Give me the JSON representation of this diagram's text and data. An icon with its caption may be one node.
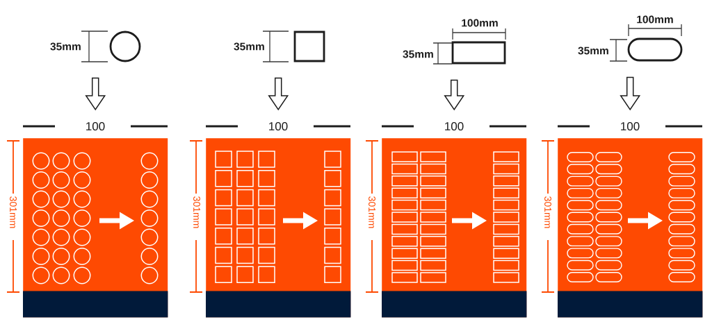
{
  "diagram": {
    "nodes": [
      {
        "text": [],
        "shape": "circle"
      },
      {
        "text": [],
        "shape": "square"
      },
      {
        "text": [],
        "shape": "rectangle"
      },
      {
        "text": [],
        "shape": "capsule"
      },
      {
        "text": [],
        "shape": "box"
      },
      {
        "text": [],
        "shape": "box"
      },
      {
        "text": [],
        "shape": "box"
      },
      {
        "text": [],
        "shape": "box"
      }
    ],
    "edges": [
      {
        "from": 0,
        "to": 4,
        "arrow": "to"
      },
      {
        "from": 1,
        "to": 5,
        "arrow": "to"
      },
      {
        "from": 2,
        "to": 6,
        "arrow": "to"
      },
      {
        "from": 3,
        "to": 7,
        "arrow": "to"
      }
    ],
    "labels": [
      "100mm",
      "100mm",
      "35mm",
      "35mm",
      "35mm",
      "35mm",
      "100",
      "100",
      "100",
      "100",
      "301mm",
      "301mm",
      "301mm",
      "301mm"
    ]
  }
}
